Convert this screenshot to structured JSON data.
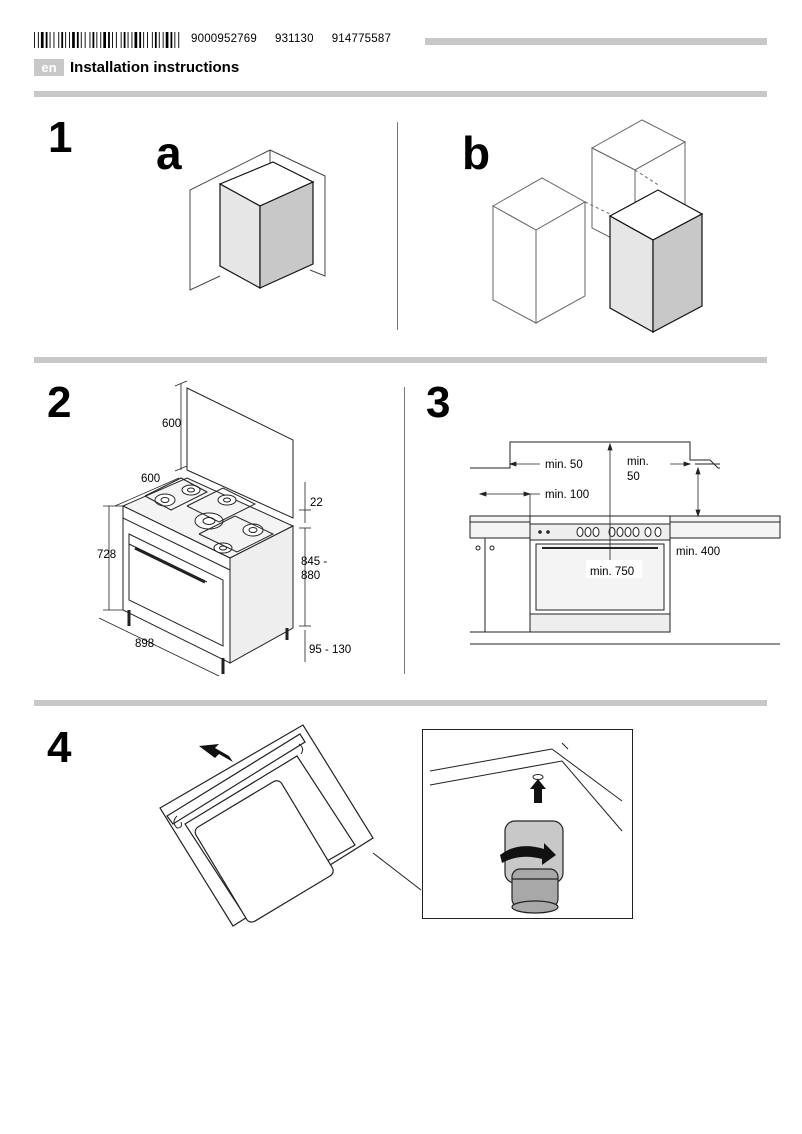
{
  "header": {
    "codes": [
      "9000952769",
      "931130",
      "914775587"
    ],
    "language": "en",
    "title": "Installation instructions"
  },
  "step1": {
    "number": "1",
    "label_a": "a",
    "label_b": "b"
  },
  "step2": {
    "number": "2",
    "dims": {
      "lid_height": "600",
      "depth": "600",
      "height": "728",
      "width": "898",
      "top": "22",
      "height_range_1": "845 -",
      "height_range_2": "880",
      "feet": "95 - 130"
    }
  },
  "step3": {
    "number": "3",
    "clearances": {
      "side_left": "min. 50",
      "side_right_1": "min.",
      "side_right_2": "50",
      "rear": "min. 100",
      "above": "min. 400",
      "hood": "min. 750"
    }
  },
  "step4": {
    "number": "4"
  }
}
